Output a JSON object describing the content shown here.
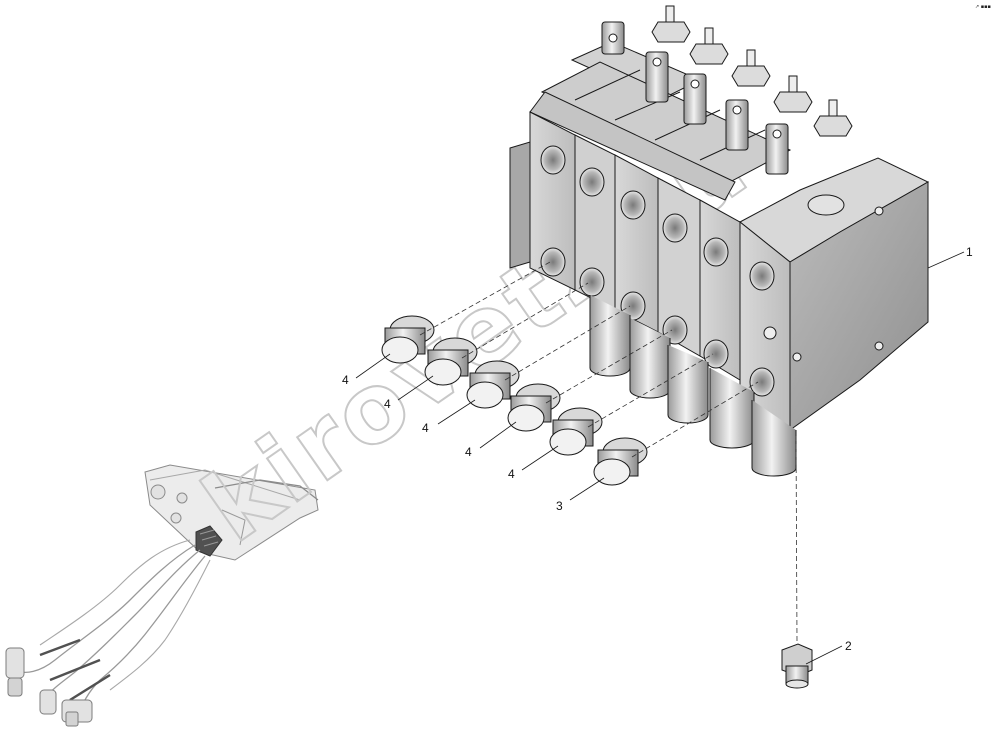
{
  "diagram": {
    "corner_mark": "↗ ▪▪▪",
    "watermark": "kirovetz.ru",
    "callouts": [
      {
        "id": "1",
        "label": "1"
      },
      {
        "id": "2",
        "label": "2"
      },
      {
        "id": "3",
        "label": "3"
      },
      {
        "id": "4a",
        "label": "4"
      },
      {
        "id": "4b",
        "label": "4"
      },
      {
        "id": "4c",
        "label": "4"
      },
      {
        "id": "4d",
        "label": "4"
      },
      {
        "id": "4e",
        "label": "4"
      }
    ]
  },
  "colors": {
    "face_light": "#e6e6e6",
    "face_mid": "#cfcfcf",
    "face_dark": "#9c9c9c",
    "outline": "#1a1a1a",
    "watermark": "#c8c8c8",
    "thumb": "#d9d9d9"
  }
}
